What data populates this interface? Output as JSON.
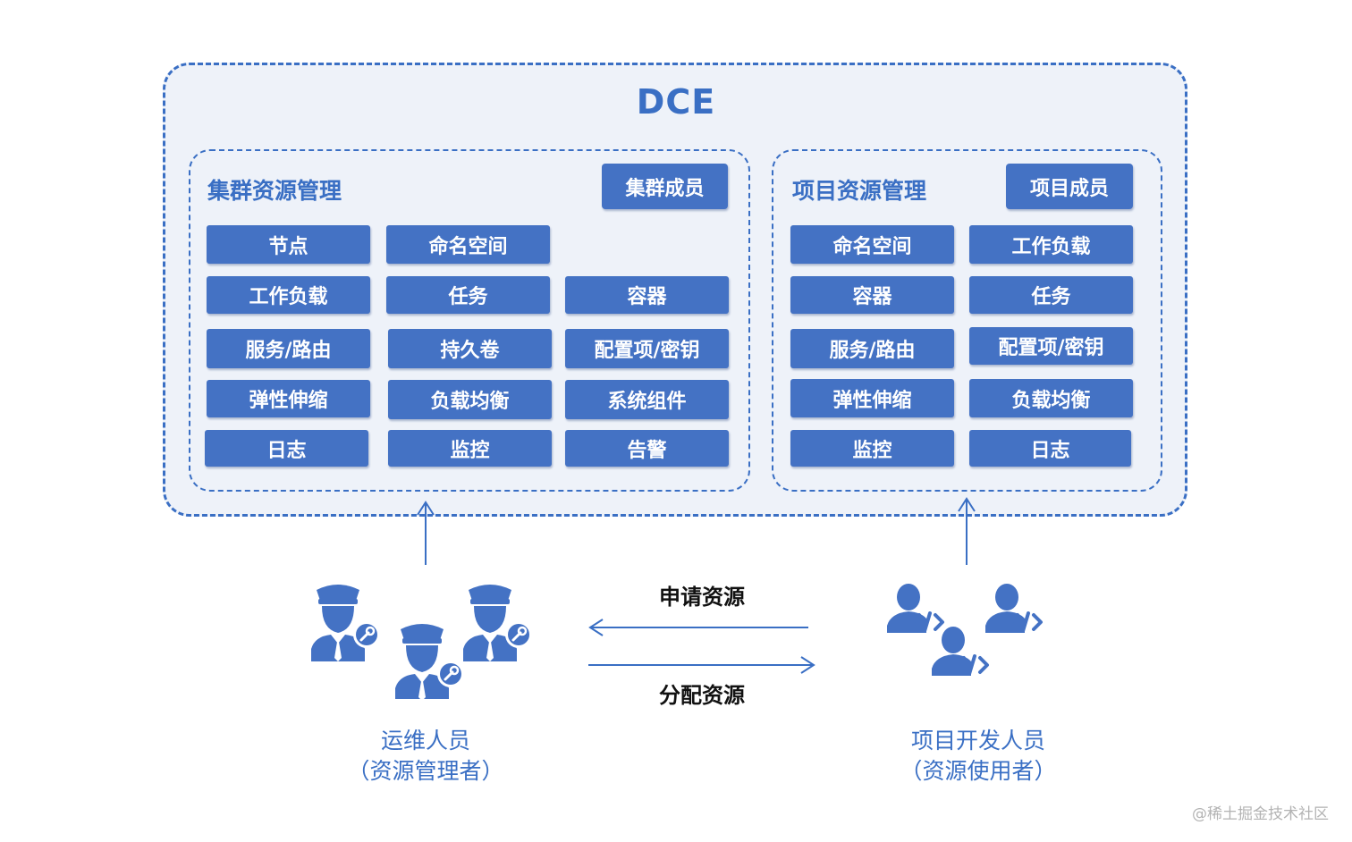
{
  "title": "DCE",
  "cluster_panel": {
    "title": "集群资源管理",
    "member_button": "集群成员",
    "resources": [
      "节点",
      "命名空间",
      "工作负载",
      "任务",
      "容器",
      "服务/路由",
      "持久卷",
      "配置项/密钥",
      "弹性伸缩",
      "负载均衡",
      "系统组件",
      "日志",
      "监控",
      "告警"
    ]
  },
  "project_panel": {
    "title": "项目资源管理",
    "member_button": "项目成员",
    "resources": [
      "命名空间",
      "工作负载",
      "容器",
      "任务",
      "服务/路由",
      "配置项/密钥",
      "弹性伸缩",
      "负载均衡",
      "监控",
      "日志"
    ]
  },
  "flows": {
    "request": "申请资源",
    "allocate": "分配资源"
  },
  "actors": {
    "ops": {
      "line1": "运维人员",
      "line2": "（资源管理者）",
      "icon": "ops-engineer-icon"
    },
    "dev": {
      "line1": "项目开发人员",
      "line2": "（资源使用者）",
      "icon": "developer-icon"
    }
  },
  "watermark": "@稀土掘金技术社区",
  "colors": {
    "accent": "#4472c4",
    "frame": "#3a6fc4",
    "frame_bg": "#eef2f9",
    "label_dark": "#111111",
    "watermark": "#b3b3b3"
  }
}
